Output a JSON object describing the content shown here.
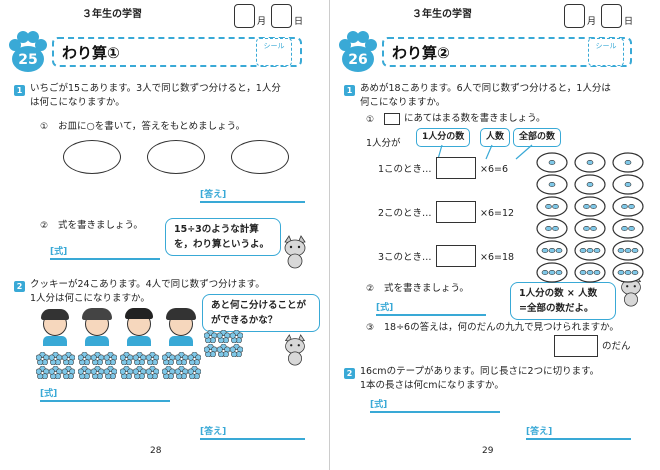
{
  "left": {
    "grade": "３年生の学習",
    "date": {
      "month": "月",
      "day": "日"
    },
    "lesson_num": "25",
    "title": "わり算①",
    "seal": "シール",
    "q1": {
      "num": "1",
      "text1": "いちごが15こあります。3人で同じ数ずつ分けると，1人分",
      "text2": "は何こになりますか。",
      "sub1": "①",
      "sub1_text": "お皿に○を書いて，答えをもとめましょう。",
      "answer_label": "[答え]",
      "sub2": "②",
      "sub2_text": "式を書きましょう。",
      "formula_label": "[式]",
      "bubble1": "15÷3のような計算",
      "bubble2": "を，わり算というよ。"
    },
    "q2": {
      "num": "2",
      "text1": "クッキーが24こあります。4人で同じ数ずつ分けます。",
      "text2": "1人分は何こになりますか。",
      "bubble1": "あと何こ分けることが",
      "bubble2": "ができるかな？",
      "formula_label": "[式]",
      "answer_label": "[答え]"
    },
    "page_num": "28"
  },
  "right": {
    "grade": "３年生の学習",
    "date": {
      "month": "月",
      "day": "日"
    },
    "lesson_num": "26",
    "title": "わり算②",
    "seal": "シール",
    "q1": {
      "num": "1",
      "text1": "あめが18こあります。6人で同じ数ずつ分けると，1人分は",
      "text2": "何こになりますか。",
      "sub1": "①",
      "sub1_text": "にあてはまる数を書きましょう。",
      "row_prefix": "1人分が",
      "tag1": "1人分の数",
      "tag2": "人数",
      "tag3": "全部の数",
      "rows": [
        {
          "label": "1このとき…",
          "eq": "×6=6"
        },
        {
          "label": "2このとき…",
          "eq": "×6=12"
        },
        {
          "label": "3このとき…",
          "eq": "×6=18"
        }
      ],
      "sub2": "②",
      "sub2_text": "式を書きましょう。",
      "formula_label": "[式]",
      "bubble1": "1人分の数 × 人数",
      "bubble2": "=全部の数だよ。",
      "sub3": "③",
      "sub3_text": "18÷6の答えは，何のだんの九九で見つけられますか。",
      "dan": "のだん"
    },
    "q2": {
      "num": "2",
      "text1": "16cmのテープがあります。同じ長さに2つに切ります。",
      "text2": "1本の長さは何cmになりますか。",
      "formula_label": "[式]",
      "answer_label": "[答え]"
    },
    "page_num": "29"
  },
  "colors": {
    "accent": "#39a9d6",
    "flower": "#7fc8e8"
  }
}
